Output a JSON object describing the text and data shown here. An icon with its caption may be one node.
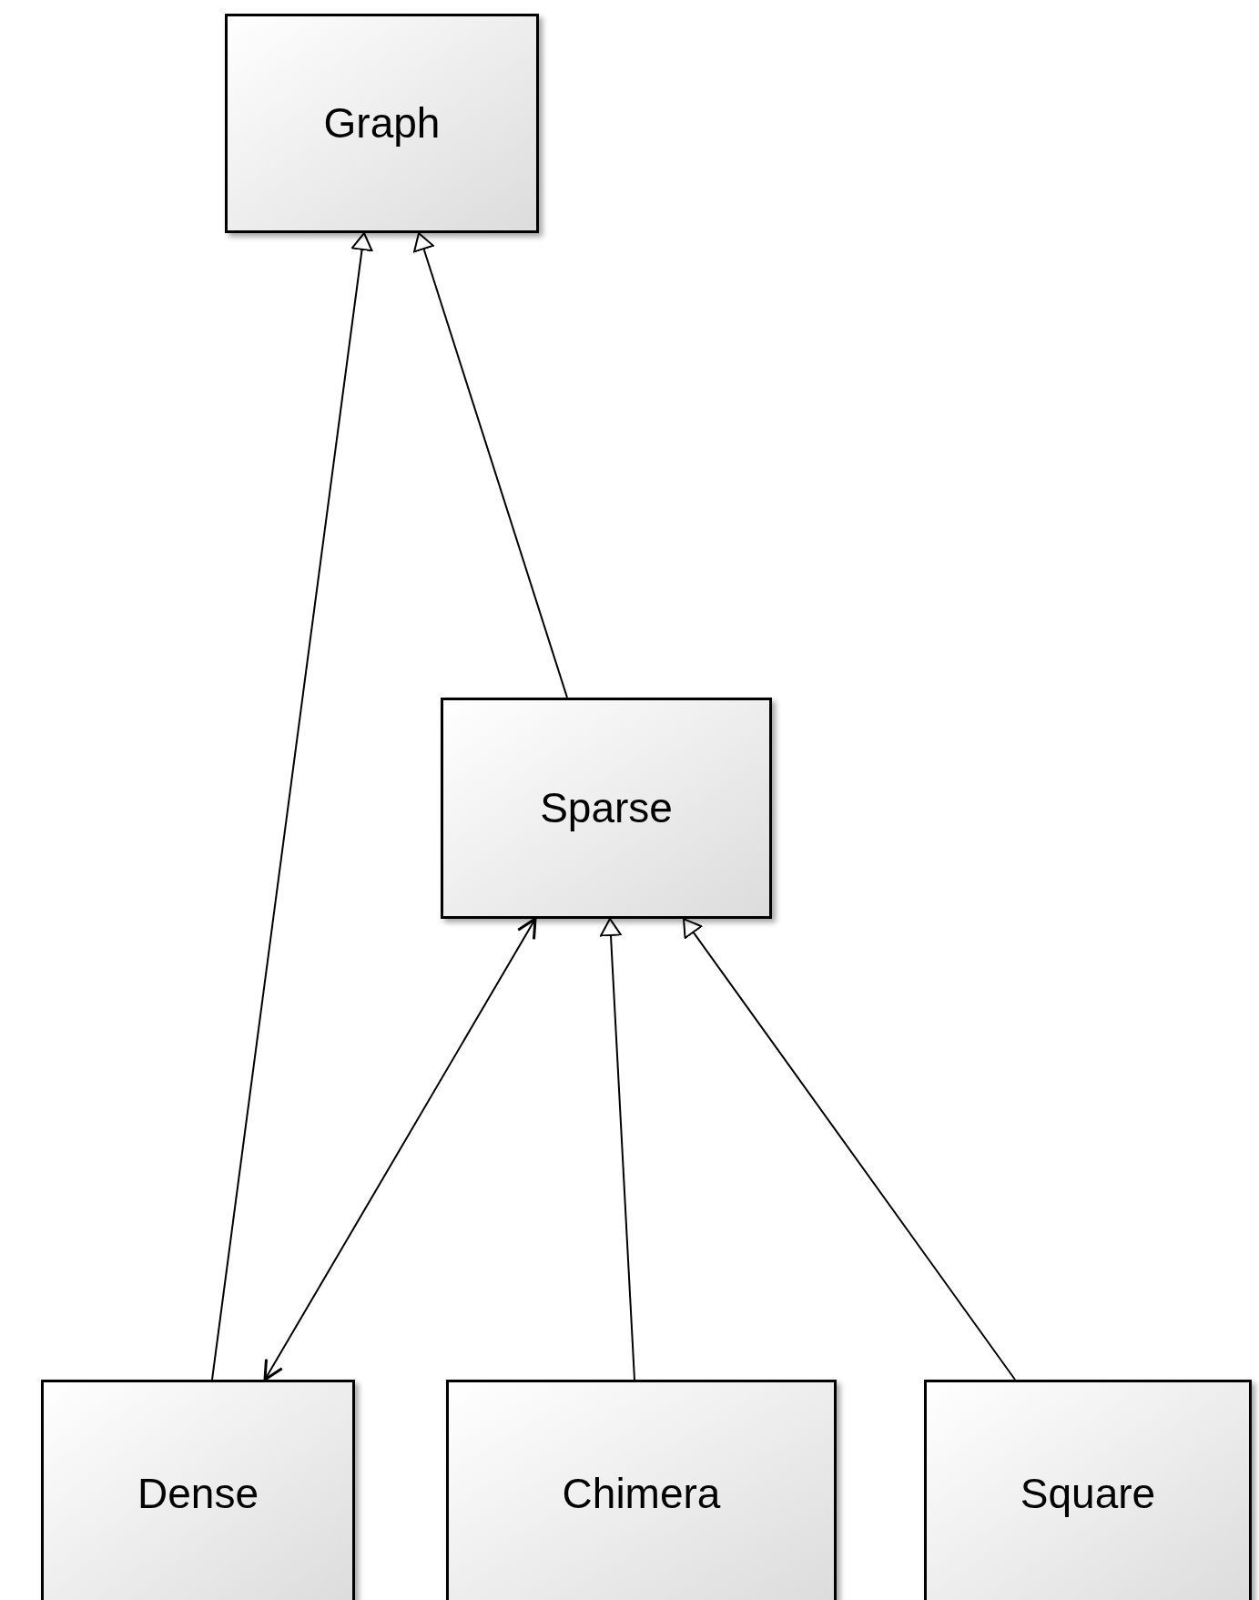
{
  "diagram": {
    "nodes": [
      {
        "text": [
          "Graph"
        ]
      },
      {
        "text": [
          "Sparse"
        ]
      },
      {
        "text": [
          "Dense"
        ]
      },
      {
        "text": [
          "Chimera"
        ]
      },
      {
        "text": [
          "Square"
        ]
      }
    ],
    "edges": [
      {
        "from": 2,
        "to": 0,
        "arrow": "to"
      },
      {
        "from": 1,
        "to": 0,
        "arrow": "to"
      },
      {
        "from": 2,
        "to": 1,
        "arrow": "both"
      },
      {
        "from": 3,
        "to": 1,
        "arrow": "to"
      },
      {
        "from": 4,
        "to": 1,
        "arrow": "to"
      }
    ]
  }
}
